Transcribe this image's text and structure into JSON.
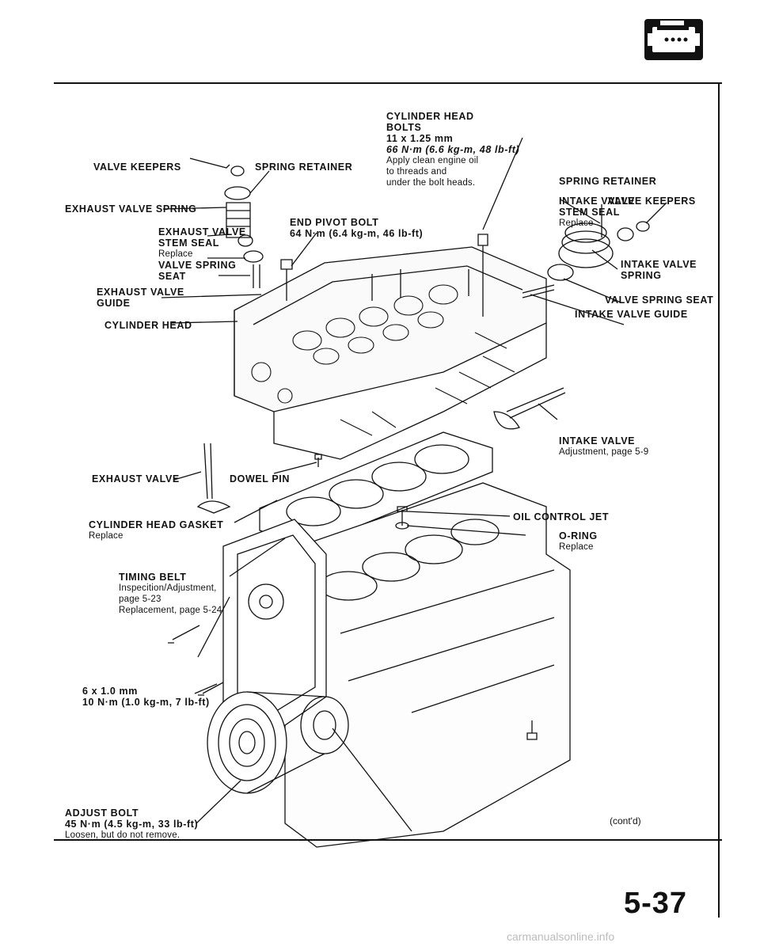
{
  "header": {
    "section_icon": "engine-block-icon"
  },
  "labels": {
    "cyl_head_bolts": {
      "title1": "CYLINDER HEAD",
      "title2": "BOLTS",
      "size": "11 x 1.25 mm",
      "torque": "66 N·m (6.6 kg-m, 48 lb-ft)",
      "note1": "Apply clean engine oil",
      "note2": "to threads and",
      "note3": "under the bolt heads."
    },
    "valve_keepers_left": "VALVE KEEPERS",
    "spring_retainer_left": "SPRING RETAINER",
    "exhaust_valve_spring": "EXHAUST VALVE SPRING",
    "exhaust_stem_seal": {
      "line1": "EXHAUST VALVE",
      "line2": "STEM SEAL",
      "note": "Replace"
    },
    "valve_spring_seat_left": {
      "line1": "VALVE SPRING",
      "line2": "SEAT"
    },
    "exhaust_valve_guide": {
      "line1": "EXHAUST VALVE",
      "line2": "GUIDE"
    },
    "cylinder_head": "CYLINDER HEAD",
    "end_pivot_bolt": {
      "title": "END PIVOT BOLT",
      "torque": "64 N·m (6.4 kg-m, 46 lb-ft)"
    },
    "spring_retainer_right": "SPRING RETAINER",
    "intake_stem_seal": {
      "line1": "INTAKE VALVE",
      "line2": "STEM SEAL",
      "note": "Replace"
    },
    "valve_keepers_right": "VALVE KEEPERS",
    "intake_valve_spring": {
      "line1": "INTAKE VALVE",
      "line2": "SPRING"
    },
    "valve_spring_seat_right": "VALVE SPRING SEAT",
    "intake_valve_guide": "INTAKE VALVE GUIDE",
    "intake_valve": {
      "title": "INTAKE VALVE",
      "note": "Adjustment, page 5-9"
    },
    "exhaust_valve": "EXHAUST VALVE",
    "dowel_pin": "DOWEL PIN",
    "cyl_head_gasket": {
      "title": "CYLINDER HEAD GASKET",
      "note": "Replace"
    },
    "oil_control_jet": "OIL CONTROL JET",
    "o_ring": {
      "title": "O-RING",
      "note": "Replace"
    },
    "timing_belt": {
      "title": "TIMING BELT",
      "note1": "Inspecition/Adjustment,",
      "note2": "page 5-23",
      "note3": "Replacement, page 5-24"
    },
    "bolt_6x1": {
      "size": "6 x 1.0 mm",
      "torque": "10 N·m (1.0 kg-m, 7 lb-ft)"
    },
    "adjust_bolt": {
      "title": "ADJUST BOLT",
      "torque": "45 N·m (4.5 kg-m, 33 lb-ft)",
      "note": "Loosen, but do not remove."
    }
  },
  "footer": {
    "contd": "(cont'd)",
    "page_number": "5-37",
    "watermark": "carmanualsonline.info"
  }
}
